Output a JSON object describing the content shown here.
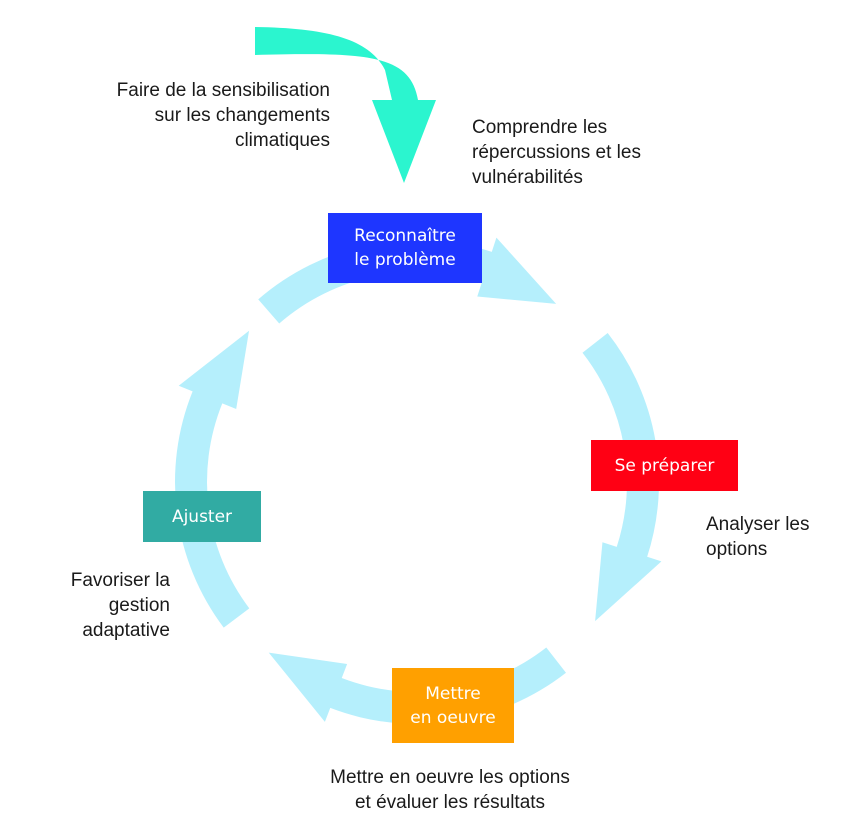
{
  "colors": {
    "cycle_arrow": "#b5effc",
    "entry_arrow": "#2bf5cf",
    "text": "#1a1a1a",
    "step_text": "#ffffff"
  },
  "entry": {
    "note": "Faire de la sensibilisation\nsur les changements\nclimatiques"
  },
  "steps": [
    {
      "label": "Reconnaître\nle problème",
      "color": "#1e36ff",
      "note": "Comprendre les\nrépercussions et les\nvulnérabilités"
    },
    {
      "label": "Se préparer",
      "color": "#ff0014",
      "note": "Analyser les\noptions"
    },
    {
      "label": "Mettre\nen oeuvre",
      "color": "#ffa000",
      "note": "Mettre en oeuvre les options\net évaluer les résultats"
    },
    {
      "label": "Ajuster",
      "color": "#31aba3",
      "note": "Favoriser la\ngestion\nadaptative"
    }
  ]
}
